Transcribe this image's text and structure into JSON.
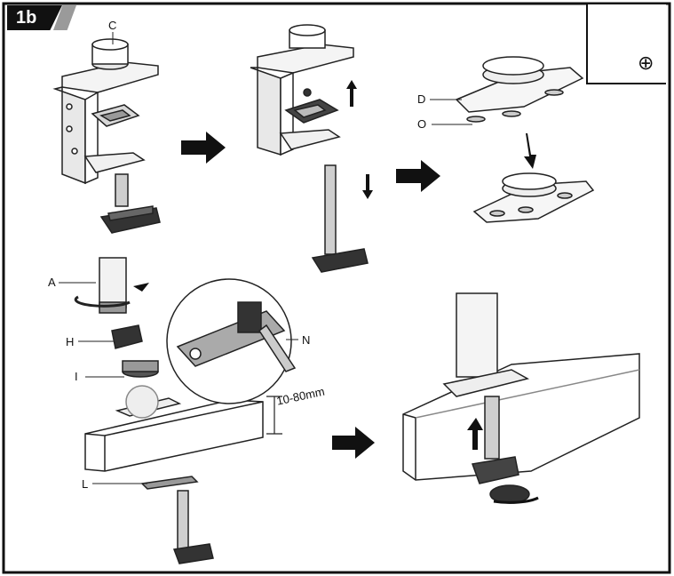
{
  "step": {
    "number": "1b"
  },
  "labels": {
    "c": "C",
    "d": "D",
    "o": "O",
    "a": "A",
    "h": "H",
    "i": "I",
    "n": "N",
    "l": "L"
  },
  "dimension": "10-80mm",
  "tool": {
    "name": "phillips-screwdriver",
    "symbol": "⊕"
  }
}
